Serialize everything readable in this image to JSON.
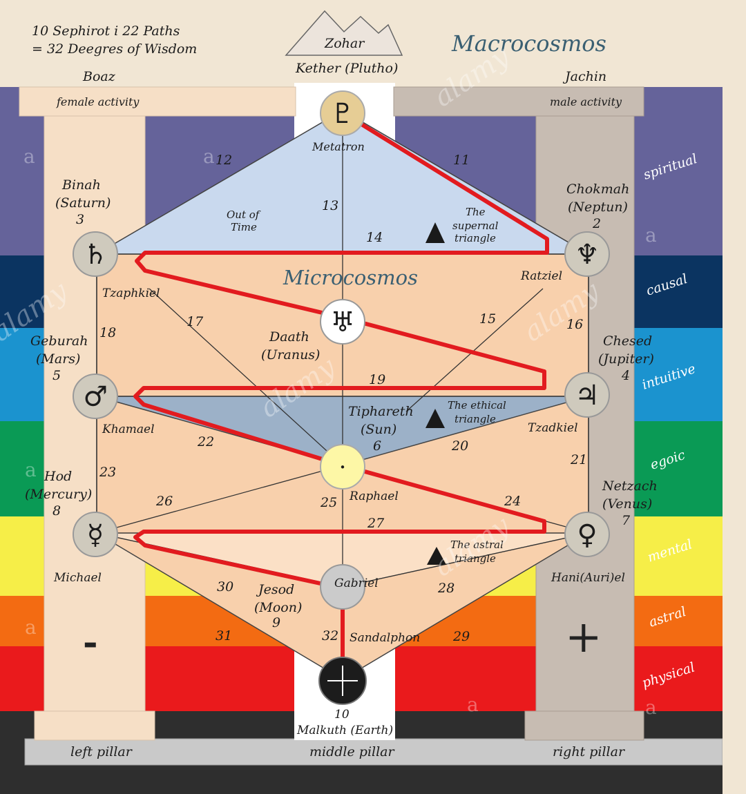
{
  "header": {
    "line1": "10 Sephirot  i 22 Paths",
    "line2": "= 32 Deegres of Wisdom",
    "macro": "Macrocosmos",
    "micro": "Microcosmos"
  },
  "pillars": {
    "boaz": "Boaz",
    "jachin": "Jachin",
    "female": "female activity",
    "male": "male activity",
    "minus": "-",
    "plus": "+",
    "left": "left pillar",
    "middle": "middle pillar",
    "right": "right pillar",
    "zohar": "Zohar"
  },
  "bands": [
    {
      "label": "spiritual",
      "color": "#65639a"
    },
    {
      "label": "causal",
      "color": "#0b3461"
    },
    {
      "label": "intuitive",
      "color": "#1b93cf"
    },
    {
      "label": "egoic",
      "color": "#0a9a55"
    },
    {
      "label": "mental",
      "color": "#f6ee48"
    },
    {
      "label": "astral",
      "color": "#f36b12"
    },
    {
      "label": "physical",
      "color": "#ea1a1c"
    }
  ],
  "sephirot": {
    "kether": {
      "name": "Kether (Plutho)",
      "angel": "Metatron",
      "symbol": "♇"
    },
    "chokmah": {
      "name": "Chokmah",
      "planet": "(Neptun)",
      "num": "2",
      "angel": "Ratziel",
      "symbol": "♆"
    },
    "binah": {
      "name": "Binah",
      "planet": "(Saturn)",
      "num": "3",
      "angel": "Tzaphkiel",
      "symbol": "♄"
    },
    "chesed": {
      "name": "Chesed",
      "planet": "(Jupiter)",
      "num": "4",
      "angel": "Tzadkiel",
      "symbol": "♃"
    },
    "geburah": {
      "name": "Geburah",
      "planet": "(Mars)",
      "num": "5",
      "angel": "Khamael",
      "symbol": "♂"
    },
    "tiphareth": {
      "name": "Tiphareth",
      "planet": "(Sun)",
      "num": "6",
      "angel": "Raphael",
      "symbol": "·"
    },
    "netzach": {
      "name": "Netzach",
      "planet": "(Venus)",
      "num": "7",
      "angel": "Hani(Auri)el",
      "symbol": "♀"
    },
    "hod": {
      "name": "Hod",
      "planet": "(Mercury)",
      "num": "8",
      "angel": "Michael",
      "symbol": "☿"
    },
    "jesod": {
      "name": "Jesod",
      "planet": "(Moon)",
      "num": "9",
      "angel": "Gabriel"
    },
    "malkuth": {
      "name": "Malkuth (Earth)",
      "num": "10",
      "angel": "Sandalphon",
      "symbol": "+"
    },
    "daath": {
      "name": "Daath",
      "planet": "(Uranus)",
      "symbol": "♅"
    }
  },
  "triangles": {
    "supernal": [
      "The",
      "supernal",
      "triangle"
    ],
    "ethical": [
      "The ethical",
      "triangle"
    ],
    "astral": [
      "The astral",
      "triangle"
    ],
    "out_of_time": [
      "Out of",
      "Time"
    ]
  },
  "paths": [
    "11",
    "12",
    "13",
    "14",
    "15",
    "16",
    "17",
    "18",
    "19",
    "20",
    "21",
    "22",
    "23",
    "24",
    "25",
    "26",
    "27",
    "28",
    "29",
    "30",
    "31",
    "32"
  ],
  "colors": {
    "lightning": "#e21b1f",
    "supernal": "#c9d9ee",
    "ethical": "#9cb1c8",
    "tree": "#f8d0ac",
    "pillar_left": "#f6dfc6",
    "pillar_right": "#c7bcb2"
  },
  "watermarks": [
    "a",
    "alamy"
  ]
}
